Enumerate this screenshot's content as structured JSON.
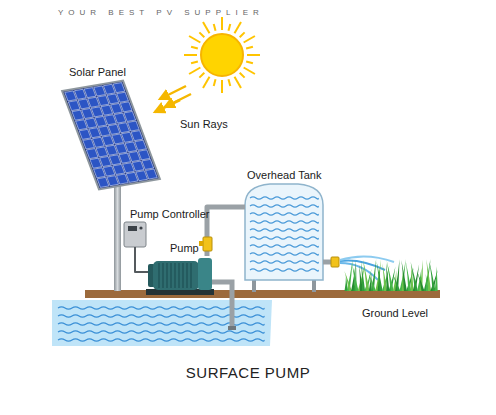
{
  "diagram": {
    "caption": "SURFACE PUMP",
    "nodes": [
      {
        "text": [
          "Solar Panel"
        ]
      },
      {
        "text": [
          "Pump Controller"
        ]
      },
      {
        "text": [
          "Pump"
        ]
      },
      {
        "text": [
          "Overhead Tank"
        ]
      }
    ],
    "edges": [
      {
        "from": 1,
        "to": 2,
        "arrow": "none"
      },
      {
        "from": 2,
        "to": 3,
        "arrow": "none"
      }
    ],
    "labels": [
      "YOUR BEST PV SUPPLIER",
      "Sun Rays",
      "Ground Level"
    ]
  }
}
